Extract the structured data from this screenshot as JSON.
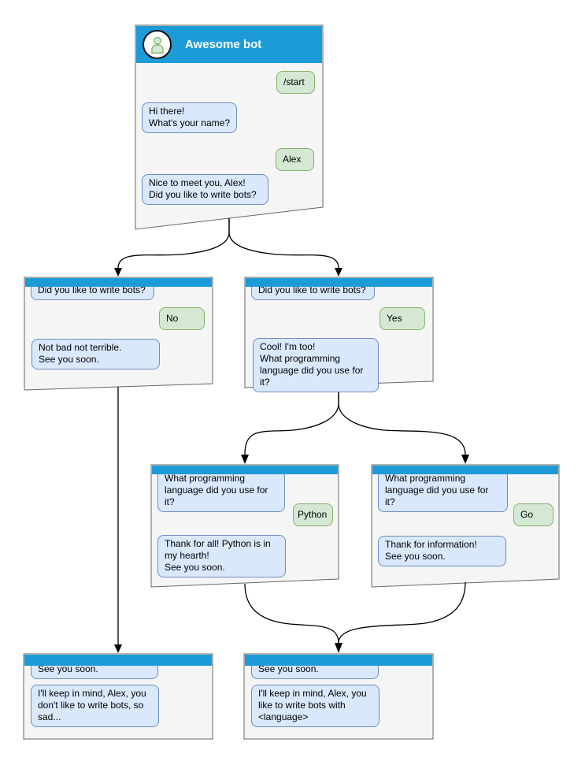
{
  "colors": {
    "header_blue": "#1c9bd8",
    "window_fill": "#f5f5f5",
    "window_border": "#666666",
    "bot_bubble_fill": "#dae8fc",
    "bot_bubble_border": "#6c8ebf",
    "user_bubble_fill": "#d5e8d4",
    "user_bubble_border": "#82b366"
  },
  "windows": [
    {
      "id": "main",
      "title": "Awesome bot",
      "avatar_icon": "person-icon",
      "messages": [
        {
          "side": "user",
          "text": "/start"
        },
        {
          "side": "bot",
          "text": "Hi there!\nWhat's your name?"
        },
        {
          "side": "user",
          "text": "Alex"
        },
        {
          "side": "bot",
          "text": "Nice to meet you, Alex!\nDid you like to write bots?"
        }
      ]
    },
    {
      "id": "branch-no",
      "messages": [
        {
          "side": "bot",
          "text": "Did you like to write bots?"
        },
        {
          "side": "user",
          "text": "No"
        },
        {
          "side": "bot",
          "text": "Not bad not terrible.\nSee you soon."
        }
      ]
    },
    {
      "id": "branch-yes",
      "messages": [
        {
          "side": "bot",
          "text": "Did you like to write bots?"
        },
        {
          "side": "user",
          "text": "Yes"
        },
        {
          "side": "bot",
          "text": "Cool! I'm too!\nWhat programming\nlanguage did you use for it?"
        }
      ]
    },
    {
      "id": "branch-python",
      "messages": [
        {
          "side": "bot",
          "text": "What programming\nlanguage did you use for it?"
        },
        {
          "side": "user",
          "text": "Python"
        },
        {
          "side": "bot",
          "text": "Thank for all! Python is in\nmy hearth!\nSee you soon."
        }
      ]
    },
    {
      "id": "branch-go",
      "messages": [
        {
          "side": "bot",
          "text": "What programming\nlanguage did you use for it?"
        },
        {
          "side": "user",
          "text": "Go"
        },
        {
          "side": "bot",
          "text": "Thank for information!\nSee you soon."
        }
      ]
    },
    {
      "id": "end-no",
      "messages": [
        {
          "side": "bot",
          "text": "See you soon."
        },
        {
          "side": "bot",
          "text": "I'll keep in mind, Alex, you\ndon't like to write bots, so\nsad..."
        }
      ]
    },
    {
      "id": "end-yes",
      "messages": [
        {
          "side": "bot",
          "text": "See you soon."
        },
        {
          "side": "bot",
          "text": "I'll keep in mind, Alex, you\nlike to write bots with\n<language>"
        }
      ]
    }
  ]
}
